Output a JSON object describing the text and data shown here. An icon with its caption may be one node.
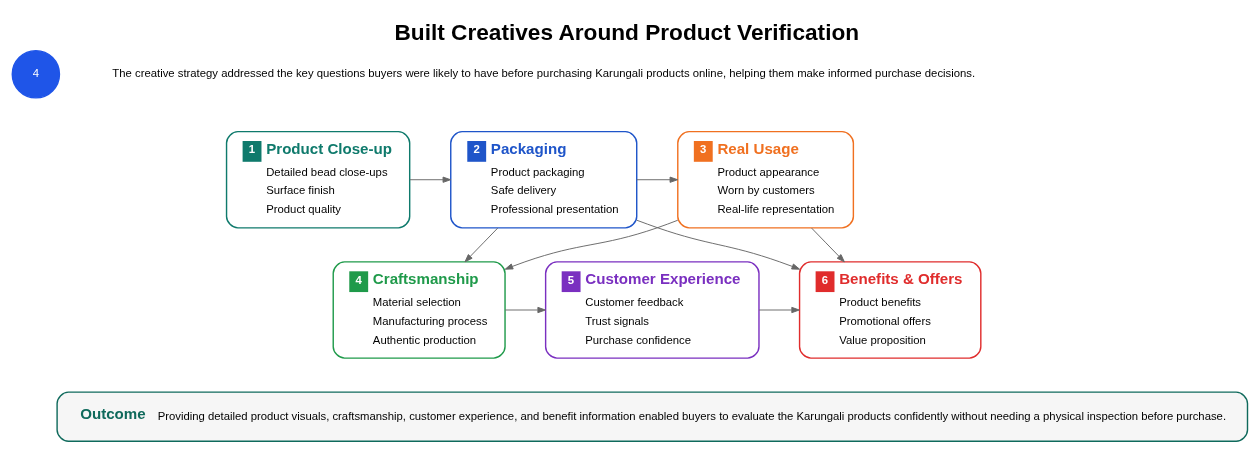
{
  "diagram": {
    "title": "Built Creatives Around Product Verification",
    "nodes": [
      {
        "text": [
          "1",
          "Product Close-up",
          "Detailed bead close-ups",
          "Surface finish",
          "Product quality"
        ]
      },
      {
        "text": [
          "2",
          "Packaging",
          "Product packaging",
          "Safe delivery",
          "Professional presentation"
        ]
      },
      {
        "text": [
          "3",
          "Real Usage",
          "Product appearance",
          "Worn by customers",
          "Real-life representation"
        ]
      },
      {
        "text": [
          "4",
          "Craftsmanship",
          "Material selection",
          "Manufacturing process",
          "Authentic production"
        ]
      },
      {
        "text": [
          "5",
          "Customer Experience",
          "Customer feedback",
          "Trust signals",
          "Purchase confidence"
        ]
      },
      {
        "text": [
          "6",
          "Benefits & Offers",
          "Product benefits",
          "Promotional offers",
          "Value proposition"
        ]
      },
      {
        "text": [
          "Outcome",
          "Providing detailed product visuals, craftsmanship, customer experience, and benefit information enabled buyers to evaluate the Karungali products confidently without needing a physical inspection before purchase."
        ]
      }
    ],
    "edges": [
      {
        "from": 0,
        "to": 1,
        "arrow": "to"
      },
      {
        "from": 1,
        "to": 2,
        "arrow": "to"
      },
      {
        "from": 1,
        "to": 3,
        "arrow": "to"
      },
      {
        "from": 2,
        "to": 3,
        "arrow": "to"
      },
      {
        "from": 1,
        "to": 5,
        "arrow": "to"
      },
      {
        "from": 2,
        "to": 5,
        "arrow": "to"
      },
      {
        "from": 3,
        "to": 4,
        "arrow": "to"
      },
      {
        "from": 4,
        "to": 5,
        "arrow": "to"
      }
    ],
    "labels": [
      "4",
      "The creative strategy addressed the key questions buyers were likely to have before purchasing Karungali products online, helping them make informed purchase decisions."
    ]
  }
}
